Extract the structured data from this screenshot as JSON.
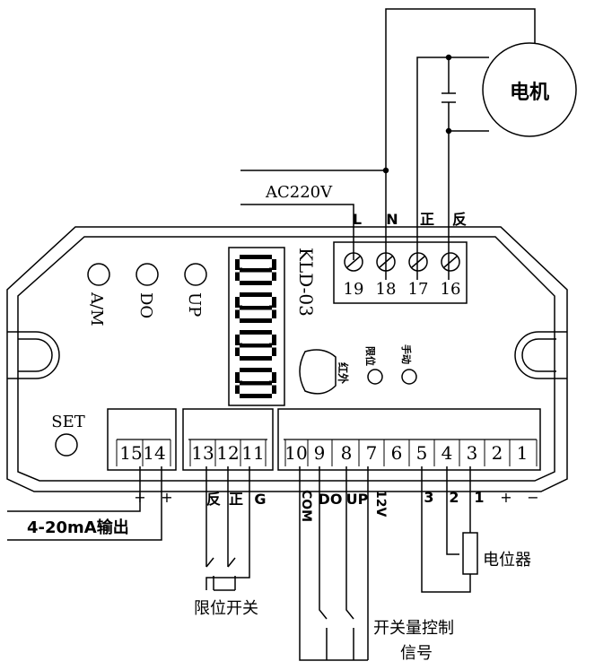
{
  "motor": {
    "label": "电机"
  },
  "power": {
    "label": "AC220V"
  },
  "top_terminals": {
    "labels": [
      "L",
      "N",
      "正",
      "反"
    ],
    "numbers": [
      "19",
      "18",
      "17",
      "16"
    ]
  },
  "model": {
    "label": "KLD-03"
  },
  "display": {
    "digits": "8888"
  },
  "indicators": {
    "am": "A/M",
    "do": "DO",
    "up": "UP",
    "limit": "限位",
    "manual": "手动",
    "ir": "红外"
  },
  "set_button": {
    "label": "SET"
  },
  "bottom_terminals": {
    "output_group": [
      "15",
      "14"
    ],
    "limit_group": [
      "13",
      "12",
      "11"
    ],
    "main_group": [
      "10",
      "9",
      "8",
      "7",
      "6",
      "5",
      "4",
      "3",
      "2",
      "1"
    ]
  },
  "bottom_labels": {
    "plus1": "+",
    "plus2": "+",
    "fan": "反",
    "zheng": "正",
    "g": "G",
    "com": "COM",
    "do": "DO",
    "up": "UP",
    "v12": "12V",
    "n3": "3",
    "n2": "2",
    "n1": "1",
    "plus3": "+",
    "minus": "−"
  },
  "annotations": {
    "output": "4-20mA输出",
    "limit_switch": "限位开关",
    "switch_signal_line1": "开关量控制",
    "switch_signal_line2": "信号",
    "potentiometer": "电位器"
  }
}
